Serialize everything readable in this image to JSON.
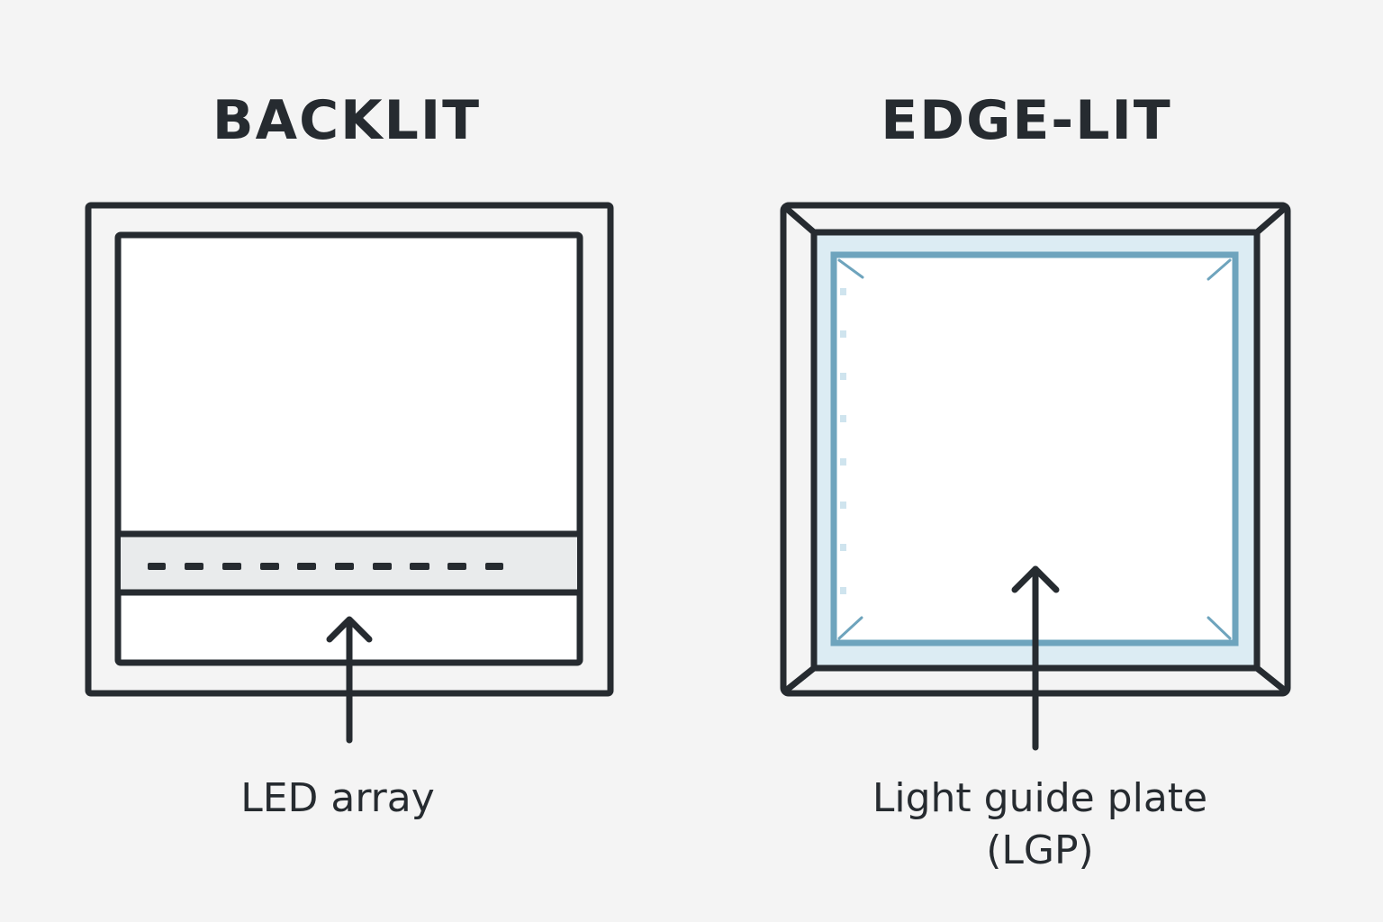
{
  "panels": {
    "backlit": {
      "title": "BACKLIT",
      "callout_label": "LED array",
      "led_count": 10
    },
    "edge_lit": {
      "title": "EDGE-LIT",
      "callout_label_line1": "Light guide plate",
      "callout_label_line2": "(LGP)",
      "edge_led_count": 8
    }
  },
  "colors": {
    "background": "#f4f4f4",
    "stroke": "#262b30",
    "panel_fill": "#ffffff",
    "led_strip_fill": "#e9ebec",
    "lgp_frame_fill": "#dcecf3",
    "lgp_border": "#6ea4bd",
    "edge_led": "#cfe4ee"
  }
}
